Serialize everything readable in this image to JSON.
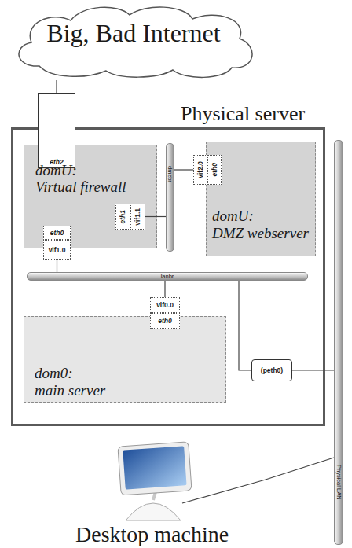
{
  "diagram": {
    "nodes": [
      {
        "text": [
          "Big, Bad Internet"
        ]
      },
      {
        "text": [
          "Physical server"
        ]
      },
      {
        "text": [
          "domU:",
          "Virtual firewall"
        ],
        "in": 1
      },
      {
        "text": [
          "eth2"
        ],
        "in": 2
      },
      {
        "text": [
          "dmzbr"
        ],
        "in": 1
      },
      {
        "text": [
          "domU:",
          "DMZ webserver"
        ],
        "in": 1
      },
      {
        "text": [
          "eth0"
        ],
        "in": 5
      },
      {
        "text": [
          "vif2.0"
        ],
        "in": 1
      },
      {
        "text": [
          "eth1"
        ],
        "in": 2
      },
      {
        "text": [
          "vif1.1"
        ],
        "in": 1
      },
      {
        "text": [
          "eth0"
        ],
        "in": 2
      },
      {
        "text": [
          "vif1.0"
        ],
        "in": 1
      },
      {
        "text": [
          "lanbr"
        ],
        "in": 1
      },
      {
        "text": [
          "dom0:",
          "main server"
        ],
        "in": 1
      },
      {
        "text": [
          "vif0.0"
        ],
        "in": 1
      },
      {
        "text": [
          "eth0"
        ],
        "in": 13
      },
      {
        "text": [
          "(peth0)"
        ],
        "in": 1
      },
      {
        "text": [
          "Physical LAN"
        ]
      },
      {
        "text": [
          "Desktop machine"
        ]
      }
    ],
    "edges": [
      {
        "from": 0,
        "to": 3,
        "arrow": "none"
      },
      {
        "from": 4,
        "to": 7,
        "arrow": "none"
      },
      {
        "from": 9,
        "to": 4,
        "arrow": "none"
      },
      {
        "from": 11,
        "to": 12,
        "arrow": "none"
      },
      {
        "from": 12,
        "to": 14,
        "arrow": "none"
      },
      {
        "from": 12,
        "to": 16,
        "arrow": "none"
      },
      {
        "from": 16,
        "to": 17,
        "arrow": "none"
      },
      {
        "from": 18,
        "to": 17,
        "arrow": "none"
      }
    ]
  }
}
